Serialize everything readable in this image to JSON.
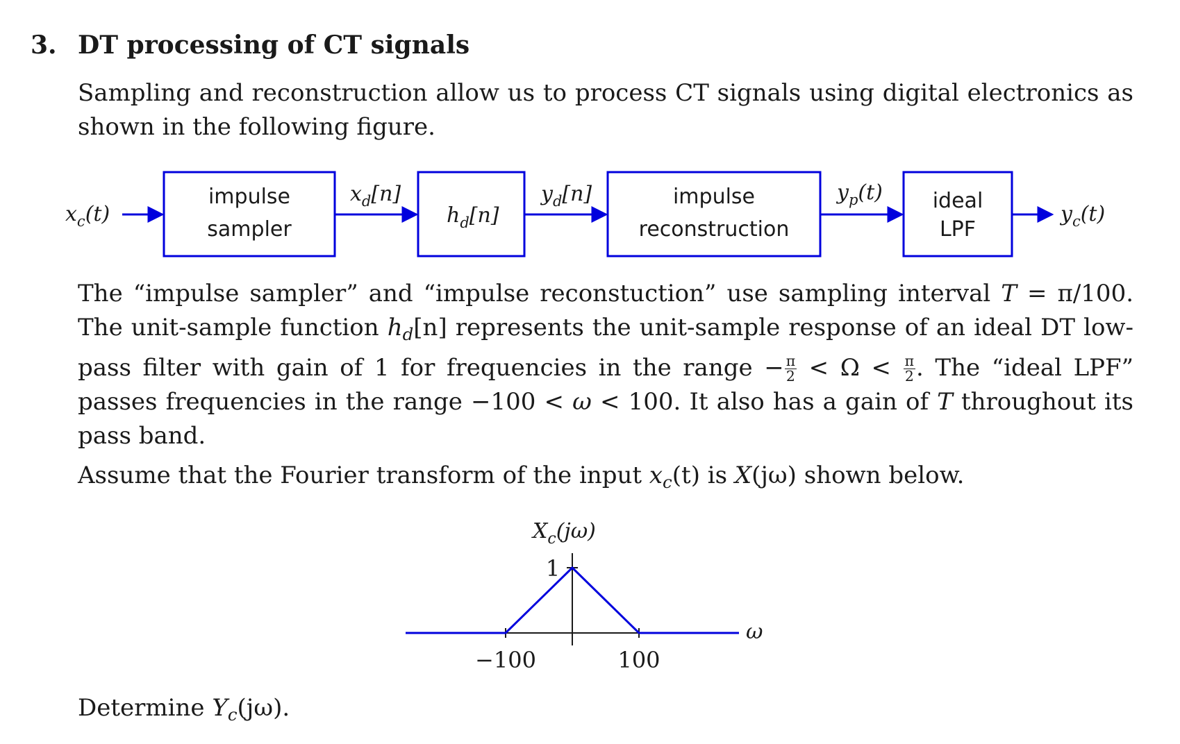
{
  "section": {
    "number": "3.",
    "title": "DT processing of CT signals"
  },
  "intro": {
    "text": "Sampling and reconstruction allow us to process CT signals using digital electronics as shown in the following figure."
  },
  "block_diagram": {
    "input_signal": {
      "name": "x",
      "sub": "c",
      "arg": "(t)"
    },
    "blocks": [
      {
        "line1": "impulse",
        "line2": "sampler"
      },
      {
        "name": "h",
        "sub": "d",
        "arg": "[n]"
      },
      {
        "line1": "impulse",
        "line2": "reconstruction"
      },
      {
        "line1": "ideal",
        "line2": "LPF"
      }
    ],
    "edge_signals": [
      {
        "name": "x",
        "sub": "d",
        "arg": "[n]"
      },
      {
        "name": "y",
        "sub": "d",
        "arg": "[n]"
      },
      {
        "name": "y",
        "sub": "p",
        "arg": "(t)"
      }
    ],
    "output_signal": {
      "name": "y",
      "sub": "c",
      "arg": "(t)"
    },
    "color": "#0000dd"
  },
  "description": {
    "s1a": "The “impulse sampler” and “impulse reconstuction” use sampling interval ",
    "s1_T": "T",
    "s1b": " = π/100.",
    "s2a": "The unit-sample function ",
    "s2_h": "h",
    "s2_sub": "d",
    "s2_arg": "[n]",
    "s2b": " represents the unit-sample response of an ideal DT low-pass filter with gain of 1 for frequencies in the range −",
    "frac_num": "π",
    "frac_den": "2",
    "s2c": " < Ω < ",
    "s2d": ". The “ideal LPF” passes frequencies in the range −100 < ",
    "omega": "ω",
    "s2e": " < 100. It also has a gain of ",
    "s2_T": "T",
    "s2f": " throughout its pass band."
  },
  "assume": {
    "a": "Assume that the Fourier transform of the input ",
    "x": "x",
    "x_sub": "c",
    "x_arg": "(t)",
    "b": " is ",
    "X": "X",
    "X_arg": "(jω)",
    "c": " shown below."
  },
  "spectrum_plot": {
    "ylabel_name": "X",
    "ylabel_sub": "c",
    "ylabel_arg": "(jω)",
    "xlabel": "ω",
    "peak_label": "1",
    "tick_labels": [
      "−100",
      "100"
    ],
    "color": "#0000dd"
  },
  "chart_data": {
    "type": "line",
    "title": "",
    "xlabel": "ω",
    "ylabel": "Xc(jω)",
    "series": [
      {
        "x": [
          -250,
          -100,
          0,
          100,
          250
        ],
        "values": [
          0,
          0,
          1,
          0,
          0
        ]
      }
    ],
    "xticks": [
      -100,
      100
    ],
    "yticks": [
      1
    ],
    "grid": false
  },
  "question": {
    "a": "Determine ",
    "Y": "Y",
    "Y_sub": "c",
    "Y_arg": "(jω)",
    "b": "."
  }
}
